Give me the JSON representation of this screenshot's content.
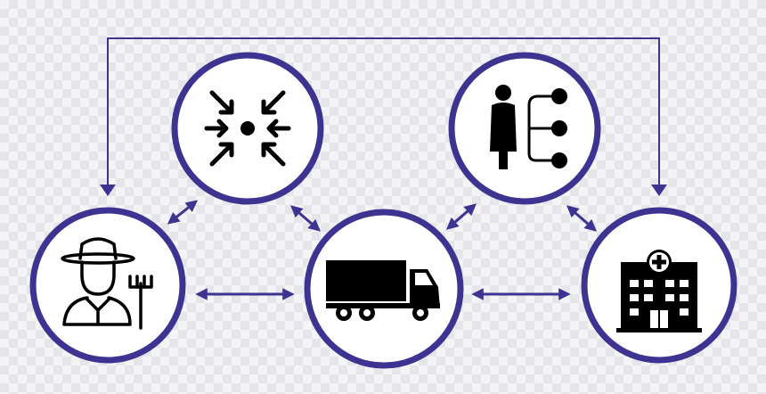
{
  "colors": {
    "accent": "#3d3391",
    "node_fill": "#ffffff",
    "icon": "#000000"
  },
  "nodes": [
    {
      "id": "farmer",
      "icon": "farmer-icon"
    },
    {
      "id": "aggregation",
      "icon": "converge-arrows-icon"
    },
    {
      "id": "truck",
      "icon": "truck-icon"
    },
    {
      "id": "distributor",
      "icon": "person-network-icon"
    },
    {
      "id": "hospital",
      "icon": "hospital-icon"
    }
  ],
  "connections": [
    {
      "from": "farmer",
      "to": "truck",
      "type": "bidirectional"
    },
    {
      "from": "truck",
      "to": "hospital",
      "type": "bidirectional"
    },
    {
      "from": "farmer",
      "to": "aggregation",
      "type": "bidirectional"
    },
    {
      "from": "aggregation",
      "to": "truck",
      "type": "bidirectional"
    },
    {
      "from": "truck",
      "to": "distributor",
      "type": "bidirectional"
    },
    {
      "from": "distributor",
      "to": "hospital",
      "type": "bidirectional"
    },
    {
      "from": "top-line",
      "to": "farmer",
      "type": "directed"
    },
    {
      "from": "top-line",
      "to": "hospital",
      "type": "directed"
    }
  ]
}
